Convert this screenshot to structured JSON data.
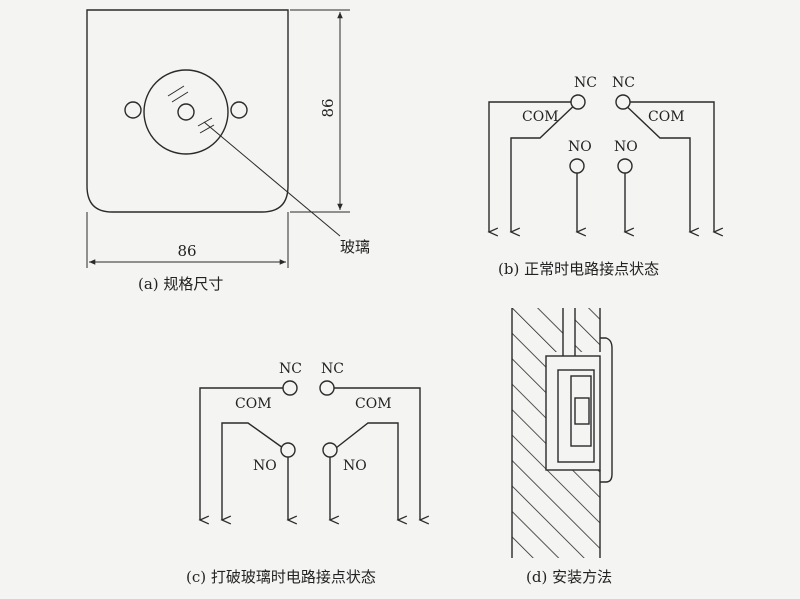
{
  "panel_a": {
    "dim_height": "86",
    "dim_width": "86",
    "glass_label": "玻璃",
    "caption": "(a)  规格尺寸"
  },
  "panel_b": {
    "nc_left": "NC",
    "nc_right": "NC",
    "com_left": "COM",
    "com_right": "COM",
    "no_left": "NO",
    "no_right": "NO",
    "caption": "(b)  正常时电路接点状态"
  },
  "panel_c": {
    "nc_left": "NC",
    "nc_right": "NC",
    "com_left": "COM",
    "com_right": "COM",
    "no_left": "NO",
    "no_right": "NO",
    "caption": "(c)  打破玻璃时电路接点状态"
  },
  "panel_d": {
    "caption": "(d)  安装方法"
  }
}
